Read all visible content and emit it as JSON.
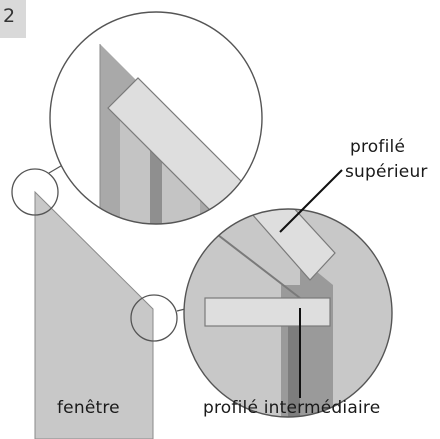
{
  "step_number": "2",
  "labels": {
    "window": "fenêtre",
    "upper_profile_line1": "profilé",
    "upper_profile_line2": "supérieur",
    "intermediate_profile": "profilé intermédiaire"
  },
  "colors": {
    "panel": "#c8c8c8",
    "panel_dark": "#a9a9a9",
    "profile_light": "#dedede",
    "outline": "#7a7a7a",
    "circle_stroke": "#555555",
    "leader_line": "#111111",
    "badge": "#d9d9d9"
  }
}
